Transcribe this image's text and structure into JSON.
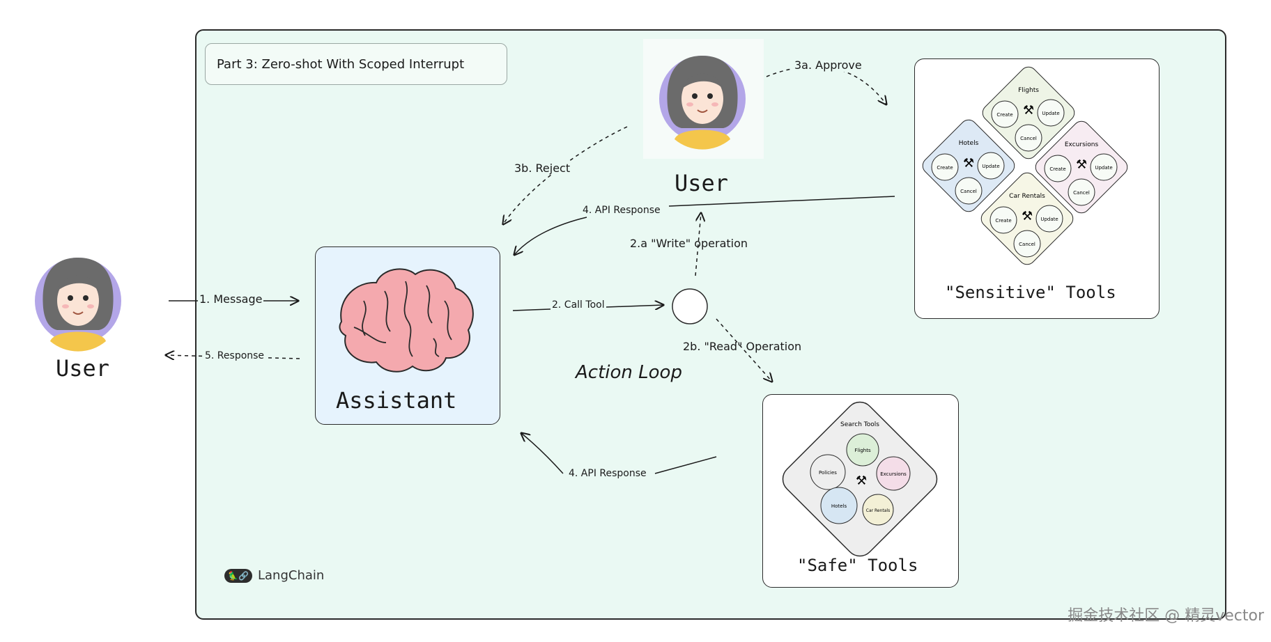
{
  "frame_title": "Part 3: Zero-shot With Scoped Interrupt",
  "users": {
    "left_label": "User",
    "top_label": "User"
  },
  "assistant": {
    "label": "Assistant"
  },
  "action_loop": "Action Loop",
  "edges": {
    "message": "1. Message",
    "response": "5. Response",
    "call_tool": "2. Call Tool",
    "write_op": "2.a \"Write\" operation",
    "read_op": "2b. \"Read\" Operation",
    "approve": "3a. Approve",
    "reject": "3b. Reject",
    "api_response_top": "4. API Response",
    "api_response_bottom": "4. API Response"
  },
  "sensitive_tools": {
    "label": "\"Sensitive\" Tools",
    "groups": [
      {
        "name": "Flights",
        "color": "#eef4e6",
        "actions": [
          "Create",
          "Update",
          "Cancel"
        ]
      },
      {
        "name": "Hotels",
        "color": "#dde9f5",
        "actions": [
          "Create",
          "Update",
          "Cancel"
        ]
      },
      {
        "name": "Excursions",
        "color": "#f7ecf2",
        "actions": [
          "Create",
          "Update",
          "Cancel"
        ]
      },
      {
        "name": "Car Rentals",
        "color": "#f6f6e6",
        "actions": [
          "Create",
          "Update",
          "Cancel"
        ]
      }
    ]
  },
  "safe_tools": {
    "label": "\"Safe\" Tools",
    "group_title": "Search Tools",
    "items": [
      {
        "name": "Flights",
        "color": "#dcefd8"
      },
      {
        "name": "Policies",
        "color": "#eeeeee"
      },
      {
        "name": "Excursions",
        "color": "#f4dde8"
      },
      {
        "name": "Hotels",
        "color": "#d6e6f3"
      },
      {
        "name": "Car Rentals",
        "color": "#f3f0d6"
      }
    ]
  },
  "brand": "LangChain",
  "watermark": "掘金技术社区 @ 精灵vector",
  "colors": {
    "frame_bg": "#eaf9f3",
    "assistant_bg": "#e6f3fd",
    "brain": "#f4a9ae",
    "avatar_ring": "#b3a6e8",
    "avatar_shirt": "#f4c64b"
  }
}
